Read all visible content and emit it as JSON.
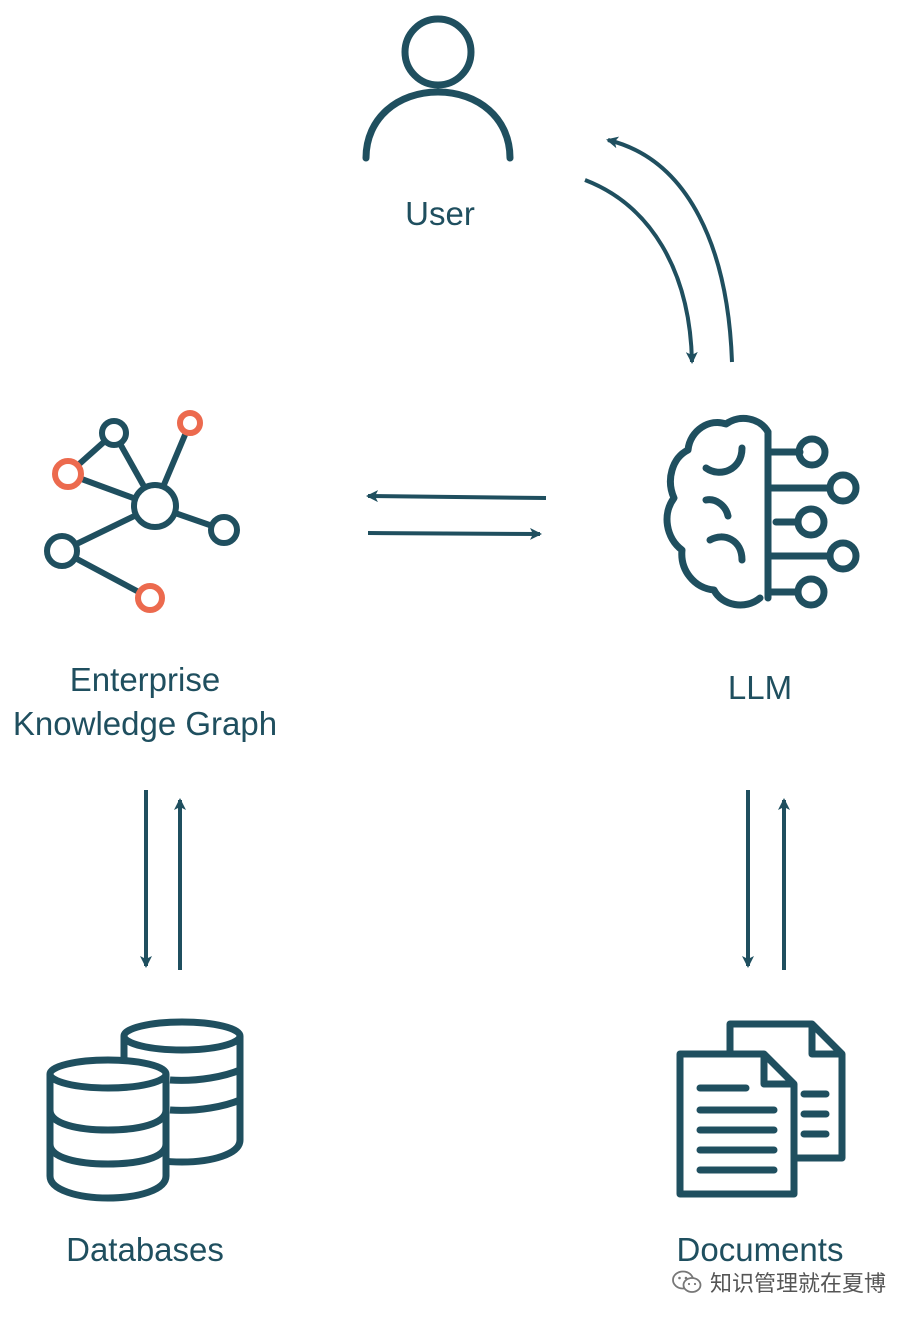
{
  "nodes": {
    "user": {
      "label": "User",
      "icon": "user-icon"
    },
    "ekg": {
      "label_line1": "Enterprise",
      "label_line2": "Knowledge Graph",
      "icon": "knowledge-graph-icon"
    },
    "llm": {
      "label": "LLM",
      "icon": "brain-circuit-icon"
    },
    "databases": {
      "label": "Databases",
      "icon": "database-icon"
    },
    "documents": {
      "label": "Documents",
      "icon": "documents-icon"
    }
  },
  "edges": [
    {
      "from": "user",
      "to": "llm"
    },
    {
      "from": "llm",
      "to": "user"
    },
    {
      "from": "llm",
      "to": "ekg"
    },
    {
      "from": "ekg",
      "to": "llm"
    },
    {
      "from": "ekg",
      "to": "databases"
    },
    {
      "from": "databases",
      "to": "ekg"
    },
    {
      "from": "llm",
      "to": "documents"
    },
    {
      "from": "documents",
      "to": "llm"
    }
  ],
  "colors": {
    "primary": "#1f4f5f",
    "accent": "#ec6a4e",
    "watermark": "#555555"
  },
  "watermark": {
    "text": "知识管理就在夏博",
    "icon": "wechat-icon"
  }
}
